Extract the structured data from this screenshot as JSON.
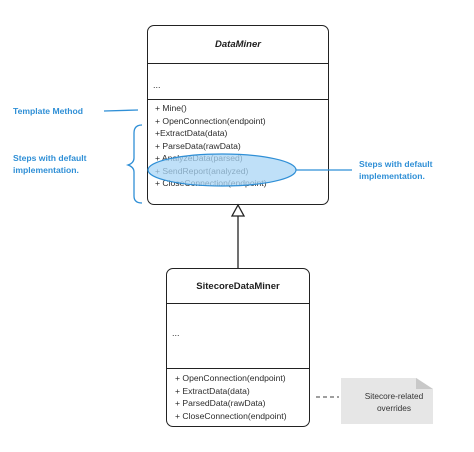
{
  "diagram": {
    "parent_class": {
      "name": "DataMiner",
      "attributes": "...",
      "methods": [
        "+ Mine()",
        "+ OpenConnection(endpoint)",
        "+ExtractData(data)",
        "+ ParseData(rawData)",
        "+ AnalyzeData(parsed)",
        "+ SendReport(analyzed)",
        "+ CloseConnection(endpoint)"
      ]
    },
    "child_class": {
      "name": "SitecoreDataMiner",
      "attributes": "...",
      "methods": [
        "+ OpenConnection(endpoint)",
        "+ ExtractData(data)",
        "+ ParsedData(rawData)",
        "+ CloseConnection(endpoint)"
      ]
    },
    "annotations": {
      "template_method": "Template Method",
      "steps_left": [
        "Steps with default",
        "implementation."
      ],
      "steps_right": [
        "Steps with default",
        "implementation."
      ]
    },
    "note": [
      "Sitecore-related",
      "overrides"
    ],
    "colors": {
      "accent": "#2f8fd6",
      "highlight_fill": "#a9d5f5",
      "line": "#222222",
      "note_fill": "#e6e6e6",
      "note_fold": "#c8c8c8"
    }
  }
}
